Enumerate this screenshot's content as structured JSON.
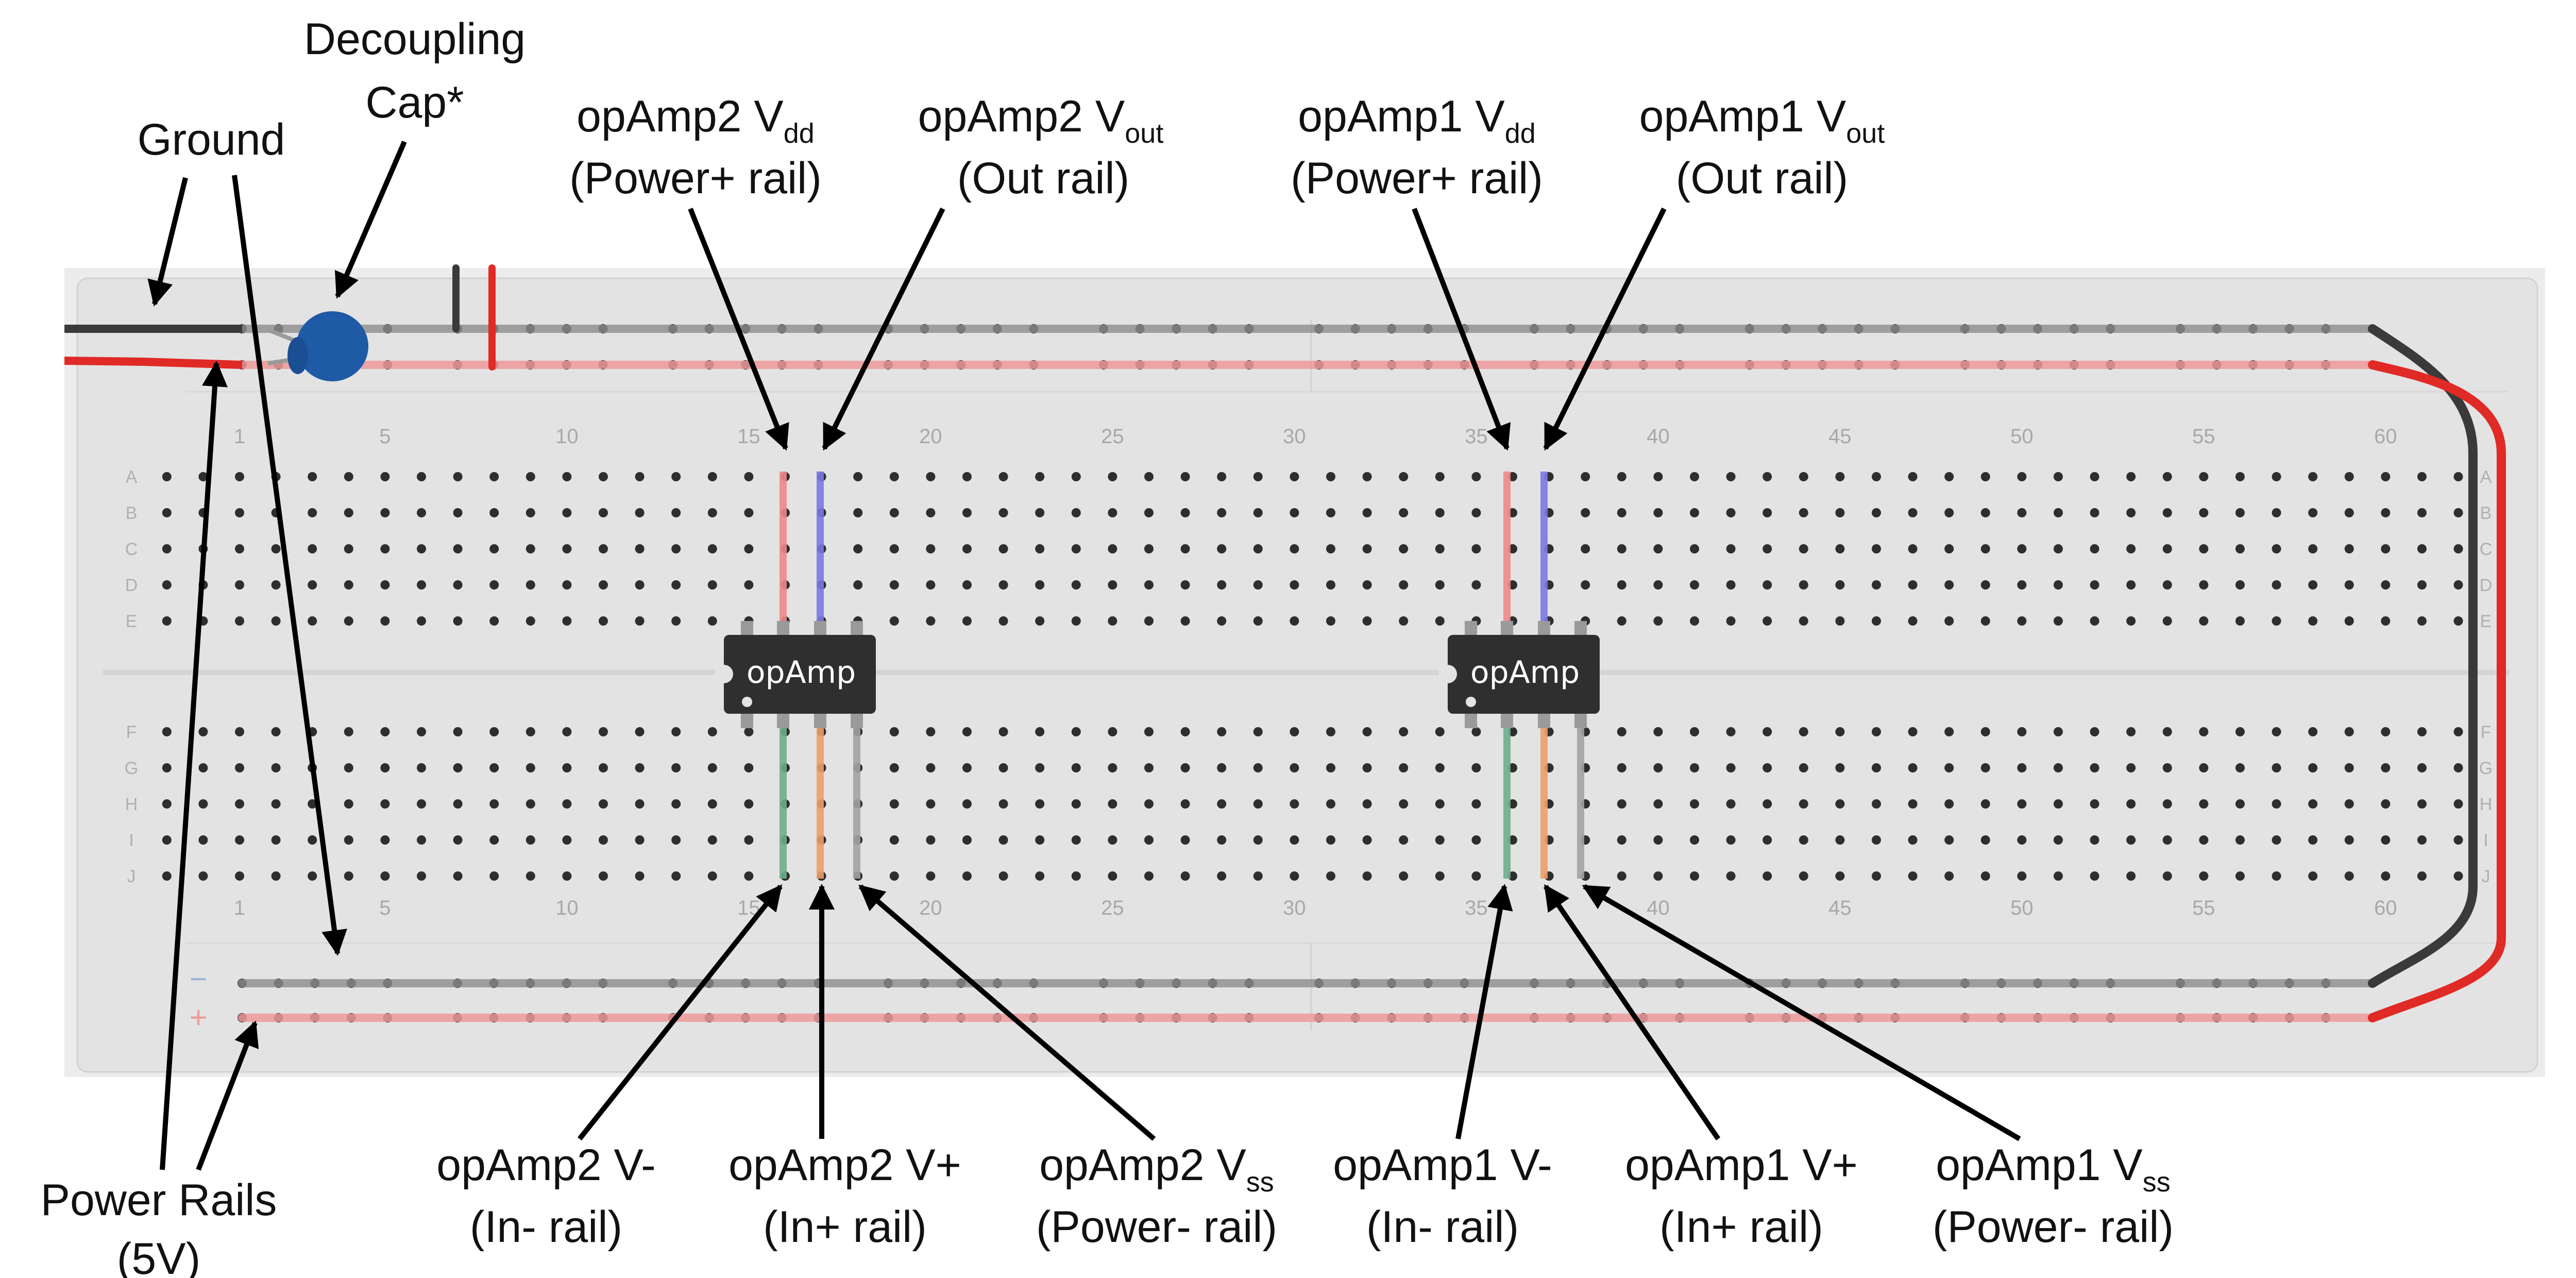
{
  "labels": {
    "ground": "Ground",
    "decoupling_line1": "Decoupling",
    "decoupling_line2": "Cap*",
    "power_rails_line1": "Power Rails",
    "power_rails_line2": "(5V)"
  },
  "pin_labels": {
    "op2_vdd": {
      "pre": "opAmp2 V",
      "sub": "dd",
      "line2": "(Power+ rail)"
    },
    "op2_vout": {
      "pre": "opAmp2 V",
      "sub": "out",
      "line2": "(Out rail)"
    },
    "op1_vdd": {
      "pre": "opAmp1 V",
      "sub": "dd",
      "line2": "(Power+ rail)"
    },
    "op1_vout": {
      "pre": "opAmp1 V",
      "sub": "out",
      "line2": "(Out rail)"
    },
    "op2_vminus": {
      "pre": "opAmp2 V-",
      "sub": "",
      "line2": "(In- rail)"
    },
    "op2_vplus": {
      "pre": "opAmp2 V+",
      "sub": "",
      "line2": "(In+ rail)"
    },
    "op2_vss": {
      "pre": "opAmp2 V",
      "sub": "ss",
      "line2": "(Power- rail)"
    },
    "op1_vminus": {
      "pre": "opAmp1 V-",
      "sub": "",
      "line2": "(In- rail)"
    },
    "op1_vplus": {
      "pre": "opAmp1 V+",
      "sub": "",
      "line2": "(In+ rail)"
    },
    "op1_vss": {
      "pre": "opAmp1 V",
      "sub": "ss",
      "line2": "(Power- rail)"
    }
  },
  "chips": {
    "op2": "opAmp",
    "op1": "opAmp"
  },
  "breadboard": {
    "column_numbers": [
      "1",
      "5",
      "10",
      "15",
      "20",
      "25",
      "30",
      "35",
      "40",
      "45",
      "50",
      "55",
      "60"
    ],
    "rows_top": [
      "A",
      "B",
      "C",
      "D",
      "E"
    ],
    "rows_bottom": [
      "F",
      "G",
      "H",
      "I",
      "J"
    ],
    "rail_minus": "−",
    "rail_plus": "+"
  },
  "colors": {
    "board": "#e4e4e4",
    "hole": "#2e2e2e",
    "wire_red": "#e02a25",
    "wire_black": "#3a3a3a",
    "jumper_red": "#ef8a8a",
    "jumper_blue": "#7a7ae6",
    "jumper_green": "#6fae8c",
    "jumper_orange": "#ef9f68",
    "jumper_gray": "#a3a3a3",
    "capacitor": "#1f5aa6",
    "chip": "#2f2f2f"
  }
}
